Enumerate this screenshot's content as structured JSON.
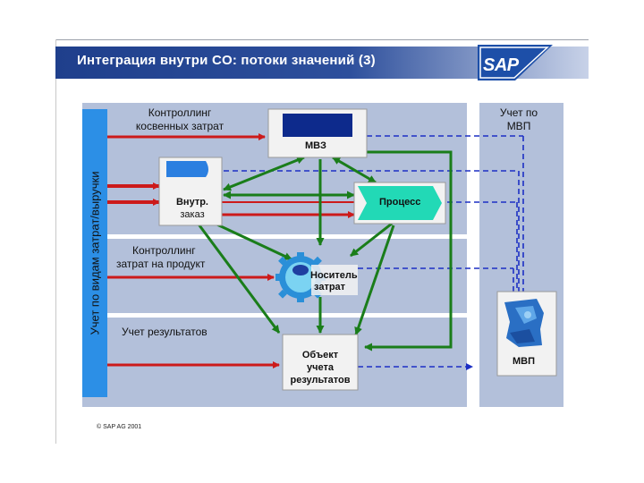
{
  "slide": {
    "title": "Интеграция внутри CO: потоки значений (3)",
    "logo": "SAP",
    "footer": "© SAP AG 2001"
  },
  "diagram": {
    "vertical_label": "Учет по видам затрат/выручки",
    "kontrolling_kosvennykh": [
      "Контроллинг",
      "косвенных затрат"
    ],
    "mvz": "МВЗ",
    "vnutr_zakaz": [
      "Внутр.",
      "заказ"
    ],
    "process": "Процесс",
    "kontrolling_produkt": [
      "Контроллинг",
      "затрат на продукт"
    ],
    "nositel": [
      "Носитель",
      "затрат"
    ],
    "uchet_rezultatov": "Учет результатов",
    "obekt": [
      "Объект",
      "учета",
      "результатов"
    ],
    "uchet_mvp": [
      "Учет по",
      "МВП"
    ],
    "mvp": "МВП"
  }
}
